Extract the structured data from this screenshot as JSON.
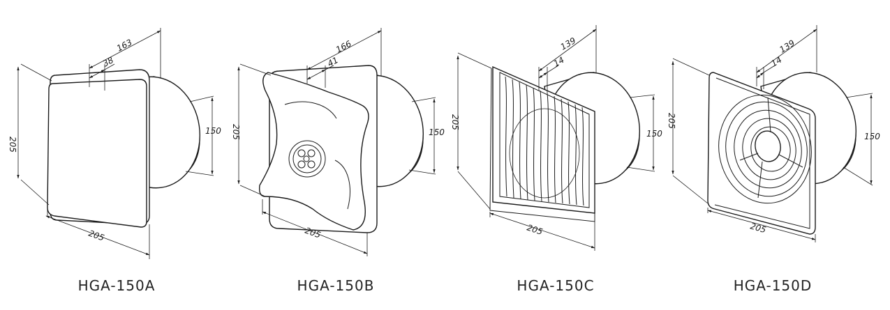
{
  "fans": [
    {
      "model": "HGA-150A",
      "depth_total": "163",
      "depth_face": "38",
      "height": "205",
      "duct": "150",
      "width": "205"
    },
    {
      "model": "HGA-150B",
      "depth_total": "166",
      "depth_face": "41",
      "height": "205",
      "duct": "150",
      "width": "205"
    },
    {
      "model": "HGA-150C",
      "depth_total": "139",
      "depth_face": "14",
      "height": "205",
      "duct": "150",
      "width": "205"
    },
    {
      "model": "HGA-150D",
      "depth_total": "139",
      "depth_face": "14",
      "height": "205",
      "duct": "150",
      "width": "205"
    }
  ]
}
